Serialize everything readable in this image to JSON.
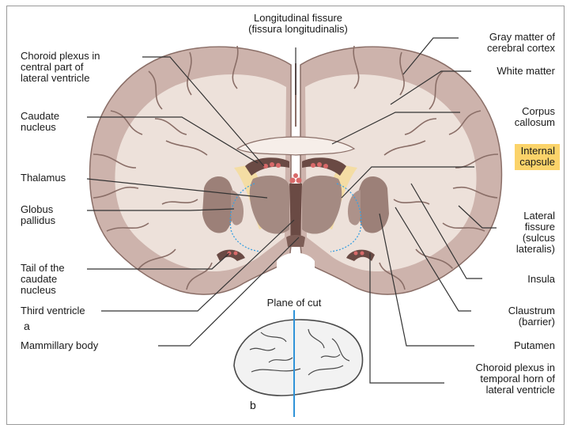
{
  "labels": {
    "longitudinal_fissure": [
      "Longitudinal fissure",
      "(fissura longitudinalis)"
    ],
    "choroid_plexus_central": [
      "Choroid plexus in",
      "central part of",
      "lateral ventricle"
    ],
    "caudate_nucleus": [
      "Caudate",
      "nucleus"
    ],
    "thalamus": [
      "Thalamus"
    ],
    "globus_pallidus": [
      "Globus",
      "pallidus"
    ],
    "tail_caudate": [
      "Tail of the",
      "caudate",
      "nucleus"
    ],
    "third_ventricle": [
      "Third ventricle"
    ],
    "mammillary_body": [
      "Mammillary body"
    ],
    "gray_matter": [
      "Gray matter of",
      "cerebral cortex"
    ],
    "white_matter": [
      "White matter"
    ],
    "corpus_callosum": [
      "Corpus",
      "callosum"
    ],
    "internal_capsule": [
      "Internal",
      "capsule"
    ],
    "lateral_fissure": [
      "Lateral",
      "fissure",
      "(sulcus",
      "lateralis)"
    ],
    "insula": [
      "Insula"
    ],
    "claustrum": [
      "Claustrum",
      "(barrier)"
    ],
    "putamen": [
      "Putamen"
    ],
    "choroid_plexus_temporal": [
      "Choroid plexus in",
      "temporal horn of",
      "lateral ventricle"
    ],
    "plane_of_cut": [
      "Plane of cut"
    ]
  },
  "panels": {
    "a": "a",
    "b": "b"
  },
  "colors": {
    "cortex_gray": "#cdb3ac",
    "white_matter": "#ede1da",
    "deep_nuclei": "#9c8078",
    "ventricle": "#6a4a44",
    "internal_capsule": "#f5dc9a",
    "highlight": "#fbd36a",
    "plane_line": "#2f93d8",
    "choroid_plexus": "#d86a6a"
  }
}
